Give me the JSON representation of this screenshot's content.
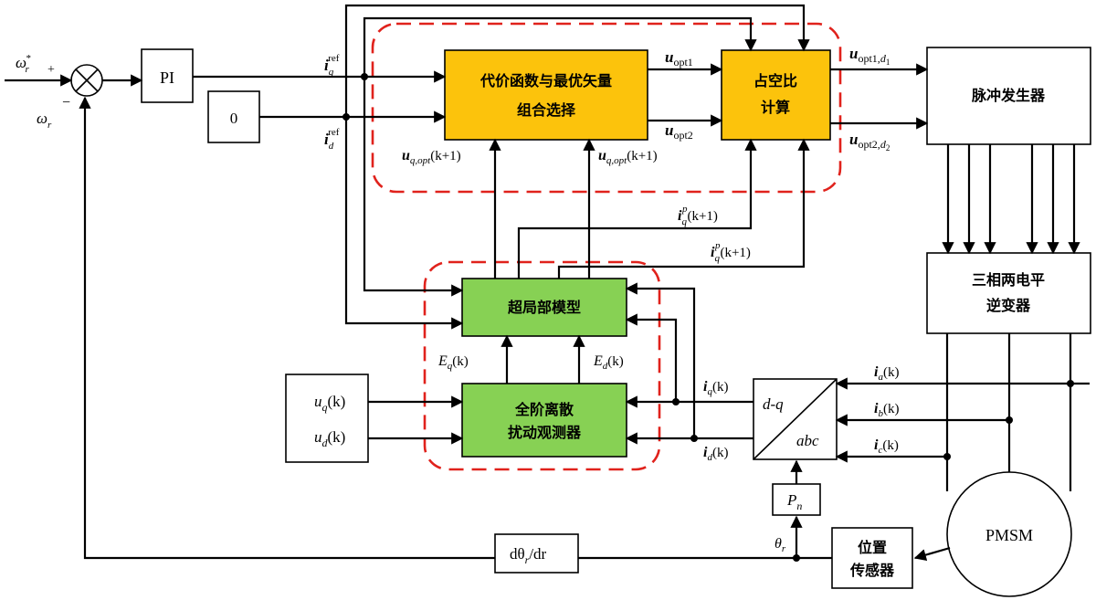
{
  "blocks": {
    "pi": "PI",
    "zero": "0",
    "cost_line1": "代价函数与最优矢量",
    "cost_line2": "组合选择",
    "duty_line1": "占空比",
    "duty_line2": "计算",
    "pulse": "脉冲发生器",
    "inverter_line1": "三相两电平",
    "inverter_line2": "逆变器",
    "ultra_local": "超局部模型",
    "observer_line1": "全阶离散",
    "observer_line2": "扰动观测器",
    "uq": "u",
    "uq_sub": "q",
    "uq_arg": "(k)",
    "ud": "u",
    "ud_sub": "d",
    "ud_arg": "(k)",
    "dq_top": "d-q",
    "dq_bottom": "abc",
    "pn": "P",
    "pn_sub": "n",
    "deriv": "dθ",
    "deriv_sub": "r",
    "deriv_tail": "/dr",
    "pos_line1": "位置",
    "pos_line2": "传感器",
    "pmsm": "PMSM"
  },
  "labels": {
    "wr_star": "ω",
    "wr_star_sup": "*",
    "wr_star_sub": "r",
    "plus": "+",
    "minus": "−",
    "wr": "ω",
    "wr_sub": "r",
    "iq_ref": "i",
    "iq_ref_sub": "q",
    "iq_ref_sup": "ref",
    "id_ref": "i",
    "id_ref_sub": "d",
    "id_ref_sup": "ref",
    "uopt1": "u",
    "uopt1_sub": "opt1",
    "uopt2": "u",
    "uopt2_sub": "opt2",
    "uopt1d1": "u",
    "uopt1d1_sub": "opt1,",
    "uopt1d1_d": "d",
    "uopt1d1_dsub": "1",
    "uopt2d2": "u",
    "uopt2d2_sub": "opt2,",
    "uopt2d2_d": "d",
    "uopt2d2_dsub": "2",
    "uqopt_left": "u",
    "uqopt_left_sub": "q,opt",
    "uqopt_left_arg": "(k+1)",
    "uqopt_right": "u",
    "uqopt_right_sub": "q,opt",
    "uqopt_right_arg": "(k+1)",
    "iqp1": "i",
    "iqp1_sub": "q",
    "iqp1_sup": "p",
    "iqp1_arg": "(k+1)",
    "iqp2": "i",
    "iqp2_sub": "q",
    "iqp2_sup": "p",
    "iqp2_arg": "(k+1)",
    "eq": "E",
    "eq_sub": "q",
    "eq_arg": "(k)",
    "ed": "E",
    "ed_sub": "d",
    "ed_arg": "(k)",
    "iqk": "i",
    "iqk_sub": "q",
    "iqk_arg": "(k)",
    "idk": "i",
    "idk_sub": "d",
    "idk_arg": "(k)",
    "ia": "i",
    "ia_sub": "a",
    "ia_arg": "(k)",
    "ib": "i",
    "ib_sub": "b",
    "ib_arg": "(k)",
    "ic": "i",
    "ic_sub": "c",
    "ic_arg": "(k)",
    "theta": "θ",
    "theta_sub": "r"
  },
  "colors": {
    "gold_block": "#fcc30c",
    "green_block": "#87d154",
    "dashed_outline": "#e0221c"
  }
}
